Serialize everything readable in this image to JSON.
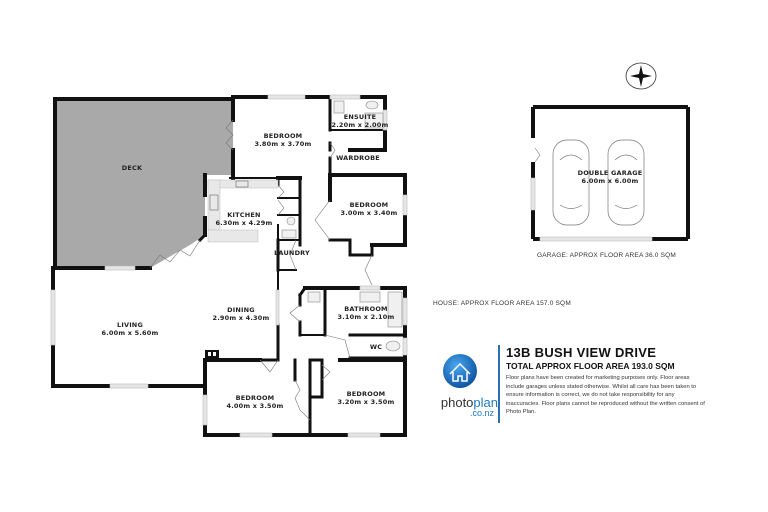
{
  "property": {
    "address": "13B BUSH VIEW DRIVE",
    "total_area": "TOTAL APPROX FLOOR AREA 193.0 SQM",
    "house_area": "HOUSE: APPROX FLOOR AREA 157.0 SQM",
    "garage_area": "GARAGE: APPROX FLOOR AREA 36.0 SQM",
    "disclaimer": "Floor plans have been created for marketing purposes only. Floor areas include garages unless stated otherwise. Whilst all care has been taken to ensure information is correct, we do not take responsibility for any inaccuracies. Floor plans cannot be reproduced without the written consent of Photo Plan."
  },
  "brand": {
    "name_part1": "photo",
    "name_part2": "plan",
    "domain": ".co.nz",
    "logo_icon": "house-in-circle-icon",
    "accent_color": "#1e78c8"
  },
  "compass": {
    "icon": "compass-star-icon"
  },
  "rooms": [
    {
      "id": "deck",
      "name": "DECK",
      "dims": ""
    },
    {
      "id": "bedroom-1",
      "name": "BEDROOM",
      "dims": "3.80m  x 3.70m"
    },
    {
      "id": "ensuite",
      "name": "ENSUITE",
      "dims": "2.20m  x 2.00m"
    },
    {
      "id": "wardrobe",
      "name": "WARDROBE",
      "dims": ""
    },
    {
      "id": "kitchen",
      "name": "KITCHEN",
      "dims": "6.30m  x 4.29m"
    },
    {
      "id": "bedroom-2",
      "name": "BEDROOM",
      "dims": "3.00m  x 3.40m"
    },
    {
      "id": "laundry",
      "name": "LAUNDRY",
      "dims": ""
    },
    {
      "id": "living",
      "name": "LIVING",
      "dims": "6.00m  x 5.60m"
    },
    {
      "id": "dining",
      "name": "DINING",
      "dims": "2.90m  x 4.30m"
    },
    {
      "id": "bathroom",
      "name": "BATHROOM",
      "dims": "3.10m  x 2.10m"
    },
    {
      "id": "wc",
      "name": "WC",
      "dims": ""
    },
    {
      "id": "bedroom-3",
      "name": "BEDROOM",
      "dims": "4.00m  x 3.50m"
    },
    {
      "id": "bedroom-4",
      "name": "BEDROOM",
      "dims": "3.20m  x 3.50m"
    },
    {
      "id": "garage",
      "name": "DOUBLE GARAGE",
      "dims": "6.00m  x 6.00m"
    }
  ],
  "colors": {
    "wall": "#111111",
    "deck_fill": "#a9a9a9",
    "window": "#e6e6e6",
    "kitchen_bench": "#e8e8e8"
  }
}
